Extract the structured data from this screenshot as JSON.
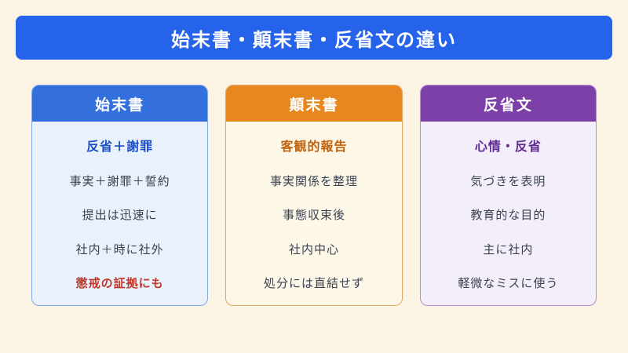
{
  "title": "始末書・顛末書・反省文の違い",
  "colors": {
    "background": "#fbf3e3",
    "title_bar": "#2563eb",
    "text": "#3a4252",
    "card1_header": "#3470dd",
    "card1_body": "#e9f1fb",
    "card1_border": "#7fa9e6",
    "card1_accent": "#1d4fc4",
    "card1_warning": "#c0392b",
    "card2_header": "#e8871f",
    "card2_body": "#fdf7e8",
    "card2_border": "#e0a968",
    "card2_accent": "#c2610a",
    "card3_header": "#7d3fa8",
    "card3_body": "#f4edfa",
    "card3_border": "#b58cd4",
    "card3_accent": "#5e2d8f"
  },
  "cards": [
    {
      "header": "始末書",
      "lead": "反省＋謝罪",
      "rows": [
        "事実＋謝罪＋誓約",
        "提出は迅速に",
        "社内＋時に社外"
      ],
      "last": "懲戒の証拠にも"
    },
    {
      "header": "顛末書",
      "lead": "客観的報告",
      "rows": [
        "事実関係を整理",
        "事態収束後",
        "社内中心"
      ],
      "last": "処分には直結せず"
    },
    {
      "header": "反省文",
      "lead": "心情・反省",
      "rows": [
        "気づきを表明",
        "教育的な目的",
        "主に社内"
      ],
      "last": "軽微なミスに使う"
    }
  ]
}
